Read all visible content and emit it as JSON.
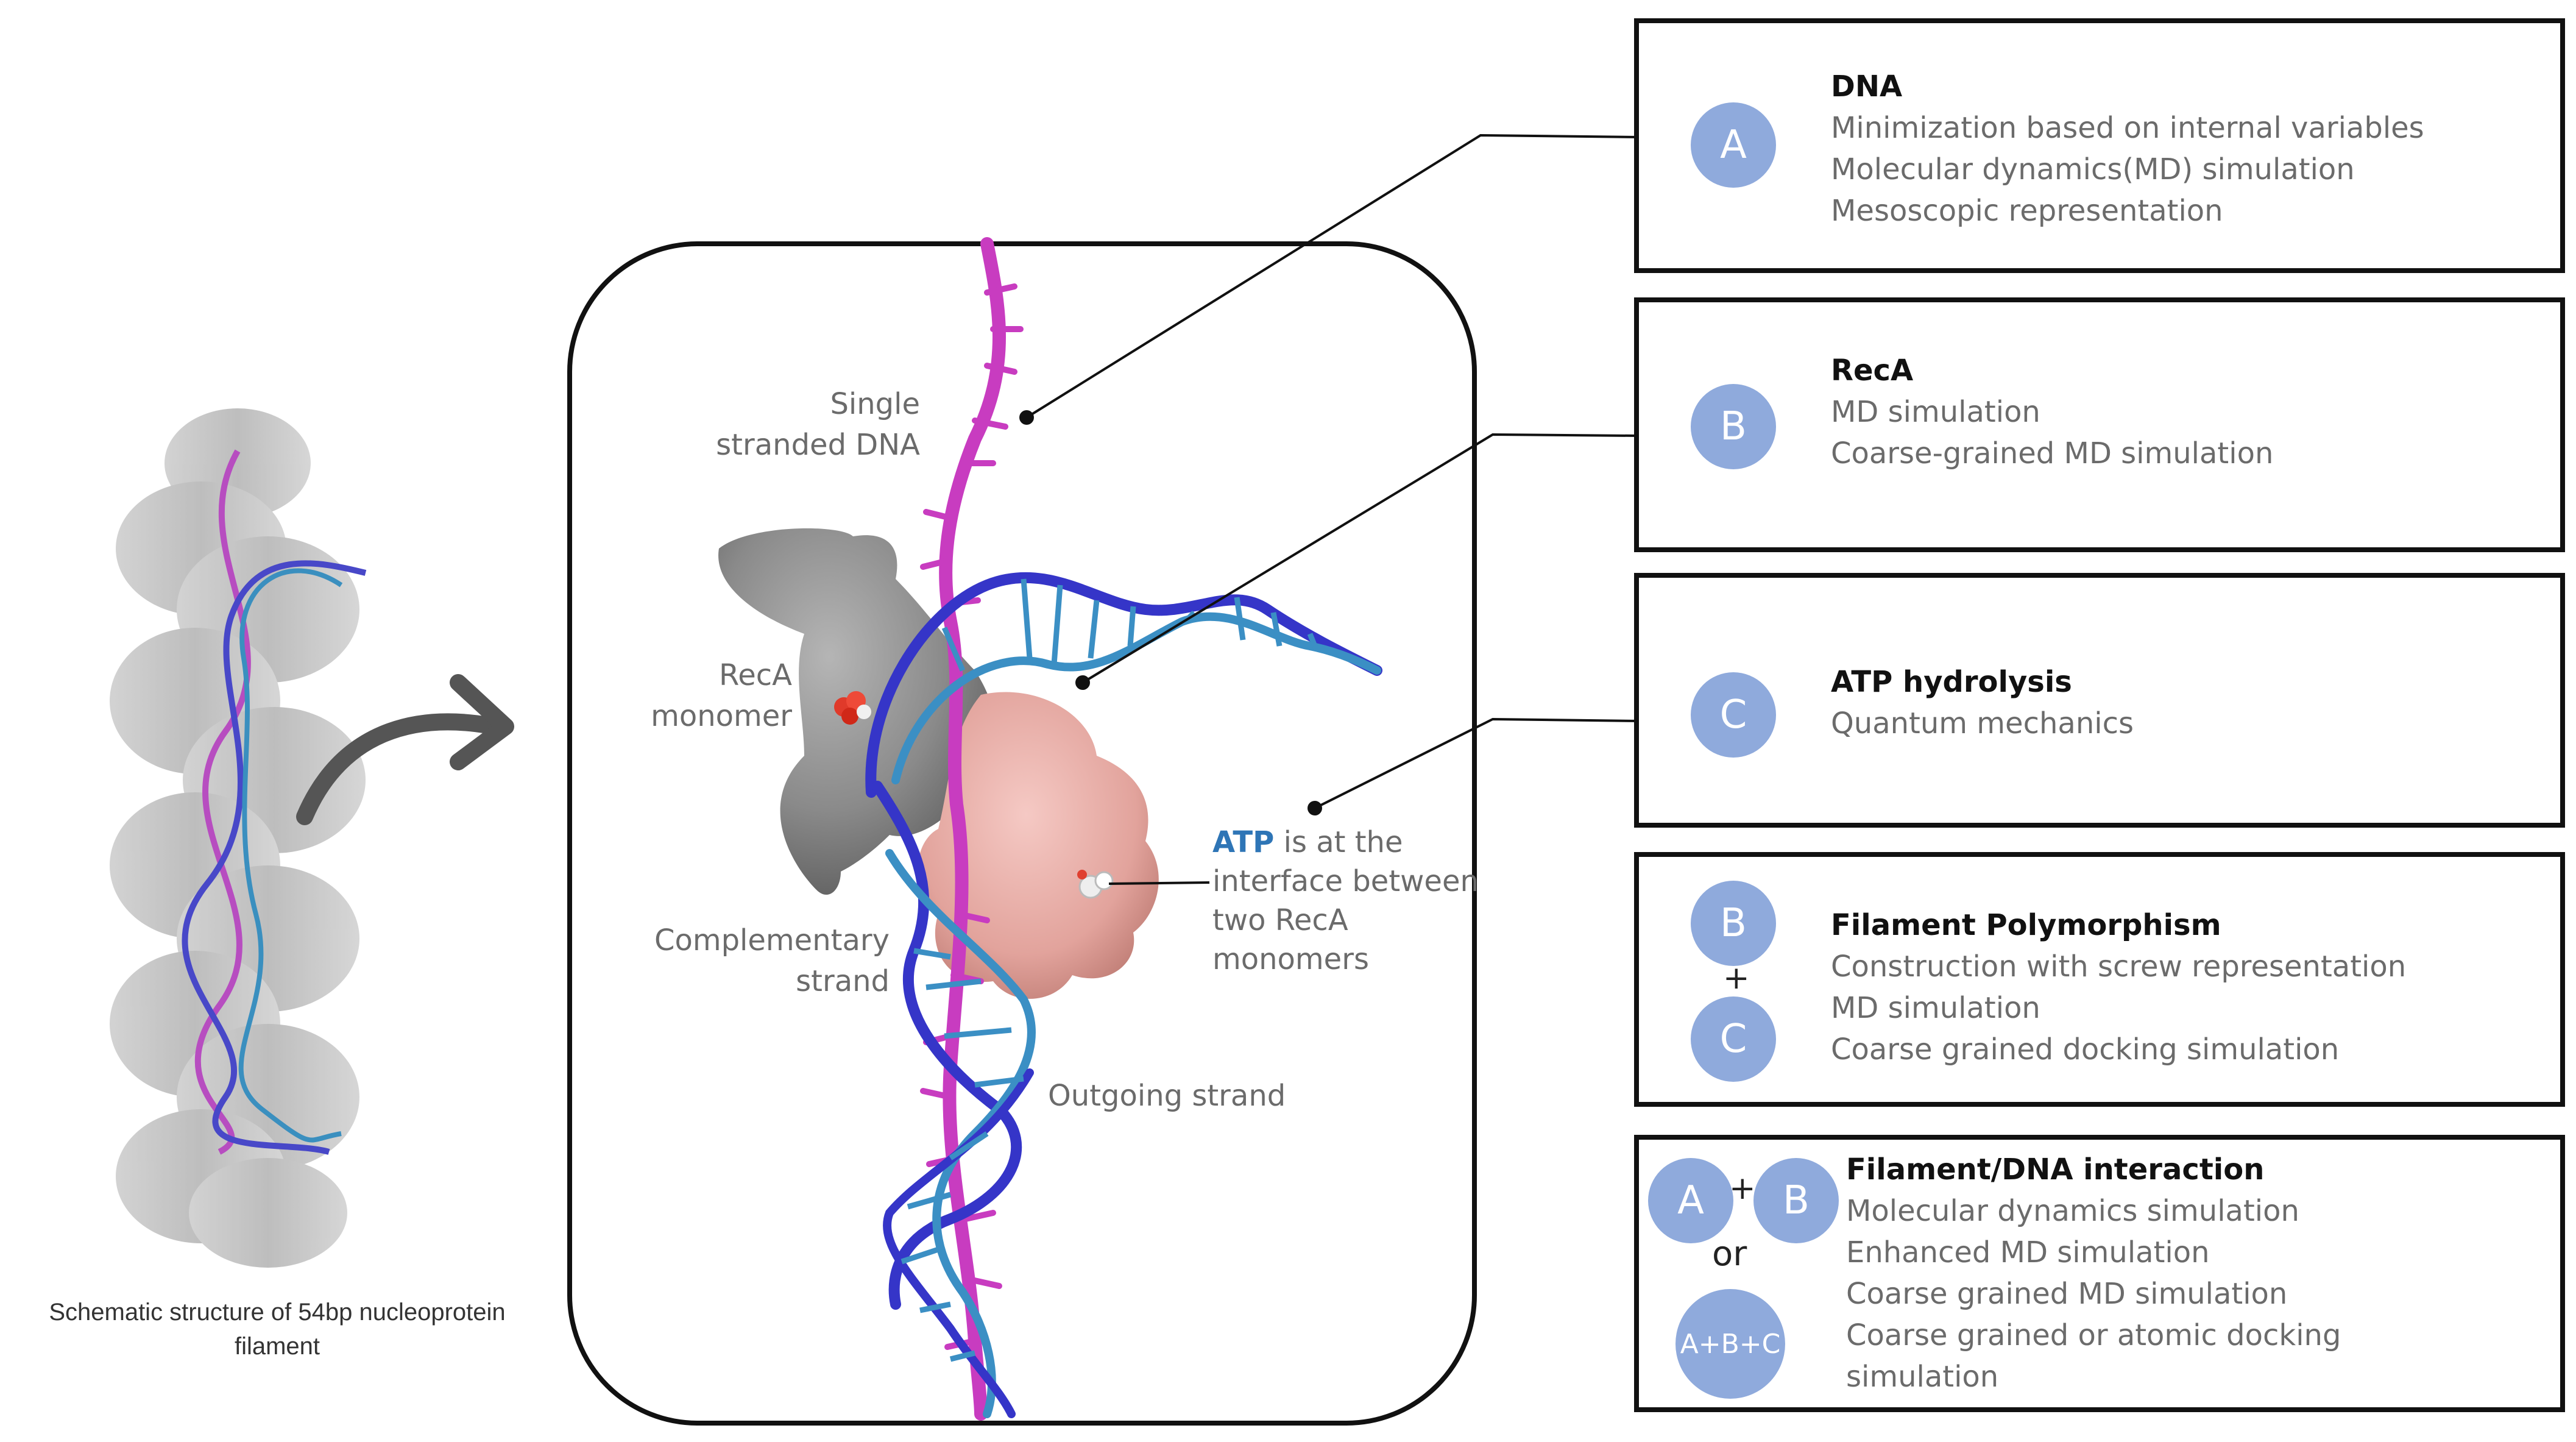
{
  "caption": {
    "line1": "Schematic structure of 54bp nucleoprotein",
    "line2": "filament"
  },
  "labels": {
    "single_stranded": [
      "Single",
      "stranded DNA"
    ],
    "reca_monomer": [
      "RecA",
      "monomer"
    ],
    "complementary": [
      "Complementary",
      "strand"
    ],
    "outgoing": "Outgoing strand",
    "atp_keyword": "ATP",
    "atp_rest": [
      " is at the",
      "interface between",
      "two RecA",
      "monomers"
    ]
  },
  "boxes": [
    {
      "badge": "A",
      "title": "DNA",
      "lines": [
        "Minimization based on internal variables",
        "Molecular dynamics(MD) simulation",
        "Mesoscopic representation"
      ]
    },
    {
      "badge": "B",
      "title": "RecA",
      "lines": [
        "MD simulation",
        "Coarse-grained MD simulation"
      ]
    },
    {
      "badge": "C",
      "title": "ATP hydrolysis",
      "lines": [
        "Quantum mechanics"
      ]
    },
    {
      "badges": [
        "B",
        "C"
      ],
      "plus": "+",
      "title": "Filament Polymorphism",
      "lines": [
        "Construction with screw representation",
        "MD simulation",
        "Coarse grained docking simulation"
      ]
    },
    {
      "badges": [
        "A",
        "B",
        "A+B+C"
      ],
      "plus": "+",
      "or": "or",
      "title": "Filament/DNA interaction",
      "lines": [
        "Molecular dynamics simulation",
        "Enhanced MD simulation",
        "Coarse grained MD simulation",
        "Coarse grained or atomic docking",
        "simulation"
      ]
    }
  ],
  "colors": {
    "badge": "#8faadc",
    "atp": "#2e75b6",
    "ssdna": "#c83cc0",
    "strand_blue": "#3535c8",
    "strand_cyan": "#3b8fc4",
    "protein_gray": "#8a8a8a",
    "protein_pink": "#e8aaa4"
  }
}
